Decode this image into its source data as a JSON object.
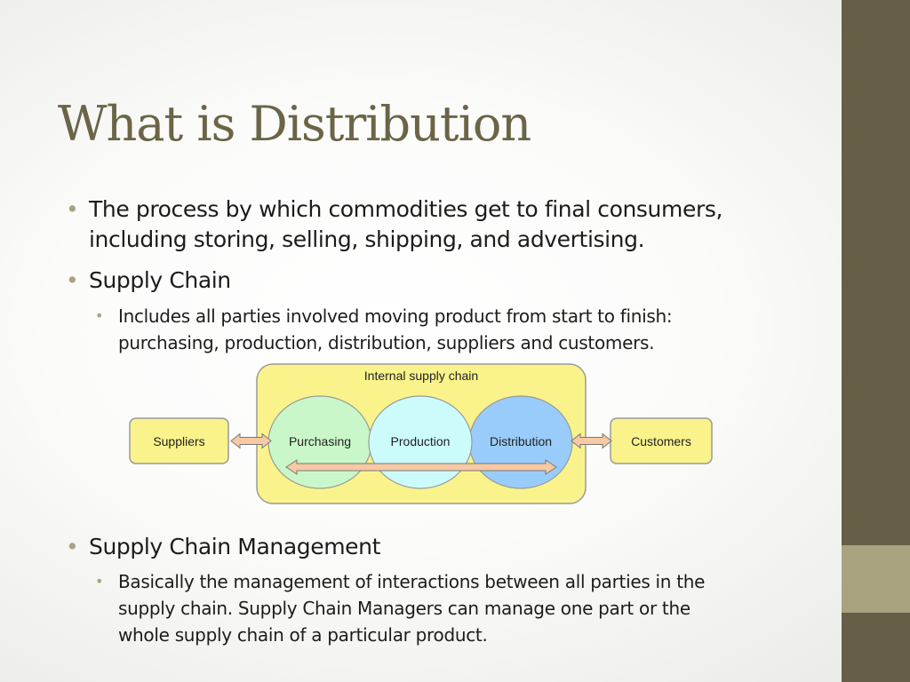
{
  "slide": {
    "title": "What is Distribution",
    "bullets": [
      {
        "lines": [
          "The process by which commodities get to final consumers,",
          "including storing, selling, shipping, and advertising."
        ]
      },
      {
        "lines": [
          "Supply Chain"
        ],
        "sub": [
          {
            "lines": [
              "Includes all parties involved moving product from start to finish:",
              "purchasing, production, distribution, suppliers and customers."
            ]
          }
        ]
      },
      {
        "lines": [
          "Supply Chain Management"
        ],
        "sub": [
          {
            "lines": [
              "Basically the management of interactions between all parties in the",
              "supply chain.  Supply Chain Managers can manage one part or the",
              "whole supply chain of a particular product."
            ]
          }
        ]
      }
    ]
  },
  "diagram": {
    "container_label": "Internal supply chain",
    "suppliers": "Suppliers",
    "purchasing": "Purchasing",
    "production": "Production",
    "distribution": "Distribution",
    "customers": "Customers"
  },
  "colors": {
    "title": "#6b6446",
    "sidebar": "#665e47",
    "sidebar_accent": "#a8a27f",
    "bullet": "#a8a27f",
    "box_fill": "#faf38c",
    "purchasing_fill": "#c9f7c9",
    "production_fill": "#ccfbfb",
    "distribution_fill": "#99ccfa",
    "arrow_fill": "#f7c9a4"
  }
}
